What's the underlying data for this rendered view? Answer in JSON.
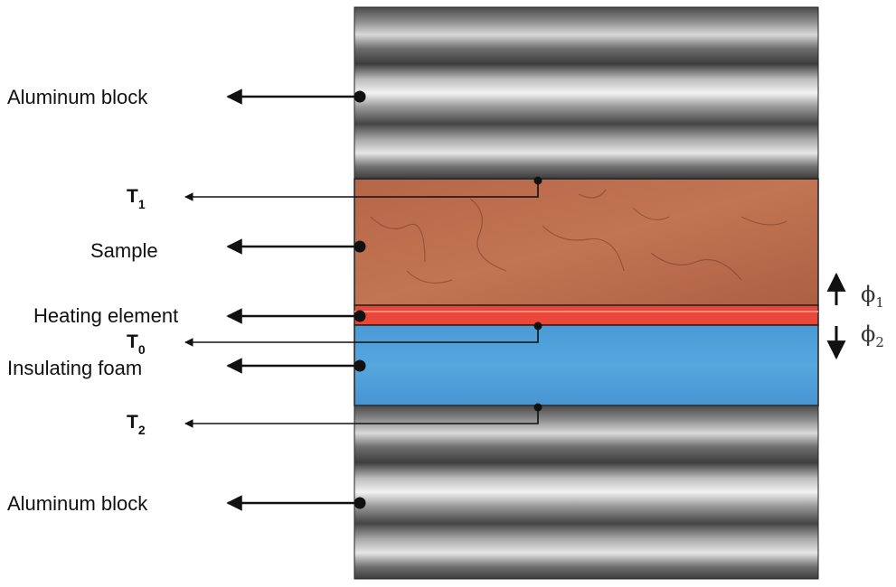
{
  "labels": {
    "aluminum_top": "Aluminum block",
    "t1": {
      "base": "T",
      "sub": "1"
    },
    "sample": "Sample",
    "heating": "Heating element",
    "t0": {
      "base": "T",
      "sub": "0"
    },
    "foam": "Insulating foam",
    "t2": {
      "base": "T",
      "sub": "2"
    },
    "aluminum_bottom": "Aluminum block"
  },
  "flux": {
    "phi1": {
      "base": "ϕ",
      "sub": "1"
    },
    "phi2": {
      "base": "ϕ",
      "sub": "2"
    }
  },
  "colors": {
    "sample": "#b96a4a",
    "heating": "#e8473a",
    "foam": "#4f9fd8",
    "aluminum_light": "#eeeeee",
    "aluminum_dark": "#3a3a3a",
    "line": "#111111"
  }
}
